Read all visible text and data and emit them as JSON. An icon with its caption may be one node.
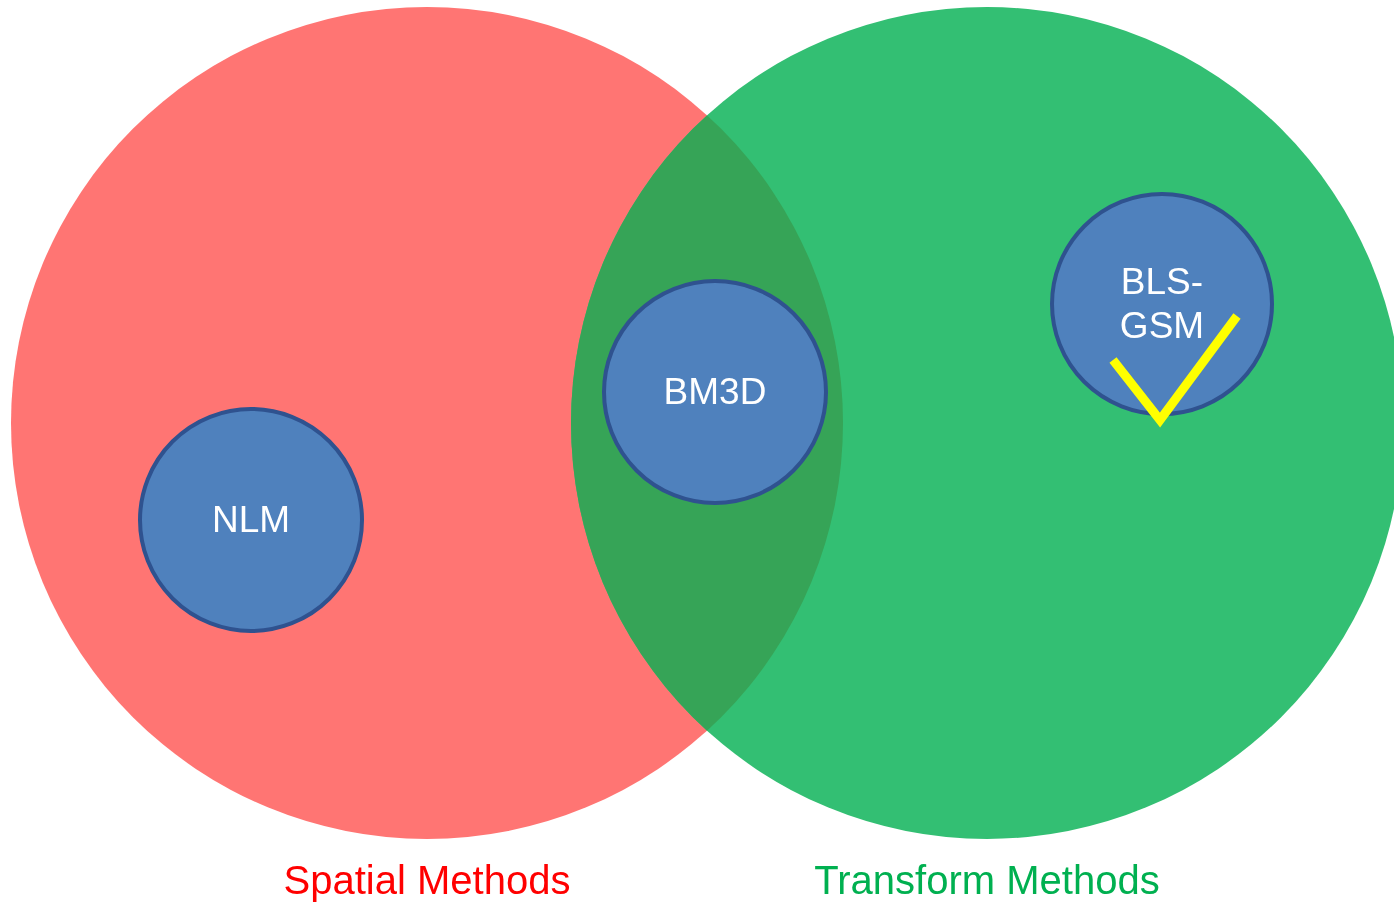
{
  "diagram": {
    "nodes": [
      {
        "text": [
          "Spatial Methods"
        ]
      },
      {
        "text": [
          "Transform Methods"
        ]
      },
      {
        "text": [
          "NLM"
        ],
        "in": 0
      },
      {
        "text": [
          "BM3D"
        ]
      },
      {
        "text": [
          "BLS-GSM"
        ],
        "in": 1
      }
    ]
  }
}
